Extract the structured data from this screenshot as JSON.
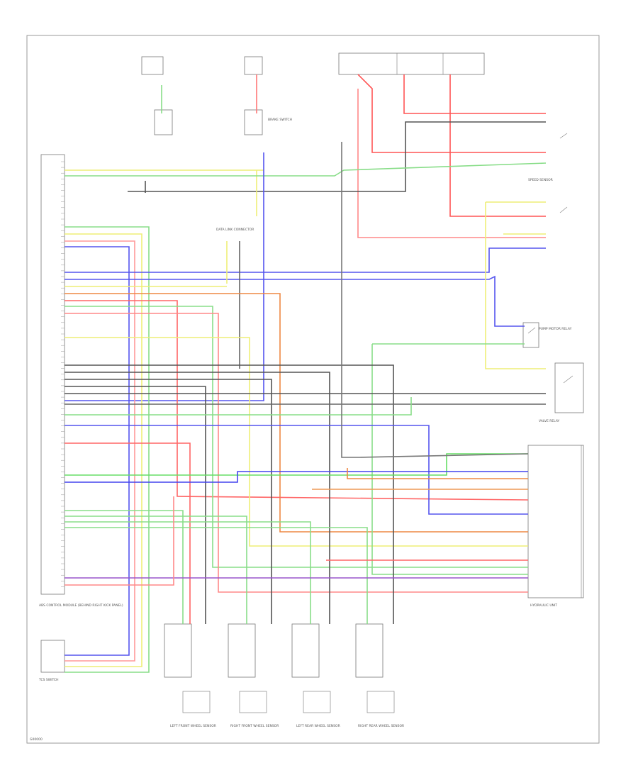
{
  "colors": {
    "black": "#444444",
    "red": "#ff4444",
    "green": "#66dd66",
    "yellow": "#f0f066",
    "blue": "#4444ee",
    "orange": "#ee8844",
    "pink": "#ff8888",
    "purple": "#9955cc",
    "frame": "#999999"
  },
  "captions": {
    "abs_module": "ABS CONTROL MODULE (BEHIND RIGHT KICK PANEL)",
    "tcs_switch": "TCS SWITCH",
    "brake_switch": "BRAKE SWITCH",
    "data_link": "DATA LINK CONNECTOR",
    "hydraulic_unit": "HYDRAULIC UNIT",
    "sensor_lf": "LEFT FRONT WHEEL SENSOR",
    "sensor_rf": "RIGHT FRONT WHEEL SENSOR",
    "sensor_lr": "LEFT REAR WHEEL SENSOR",
    "sensor_rr": "RIGHT REAR WHEEL SENSOR",
    "pump_relay": "PUMP MOTOR RELAY",
    "valve_relay": "VALVE RELAY",
    "speed_sensor": "SPEED SENSOR",
    "footer": "G00000"
  }
}
